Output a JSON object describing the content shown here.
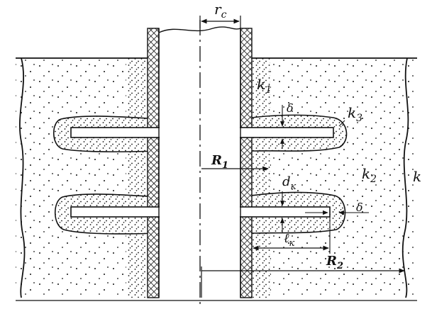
{
  "labels": {
    "rc_main": "r",
    "rc_sub": "c",
    "k1_main": "k",
    "k1_sub": "1",
    "k2_main": "k",
    "k2_sub": "2",
    "k3_main": "k",
    "k3_sub": "3",
    "k": "k",
    "delta_top": "δ",
    "delta_bottom": "δ",
    "R1_main": "R",
    "R1_sub": "1",
    "R2_main": "R",
    "R2_sub": "2",
    "dk_main": "d",
    "dk_sub": "к",
    "lk_main": "ℓ",
    "lk_sub": "к"
  },
  "colors": {
    "ink": "#111111",
    "paper": "#ffffff"
  }
}
